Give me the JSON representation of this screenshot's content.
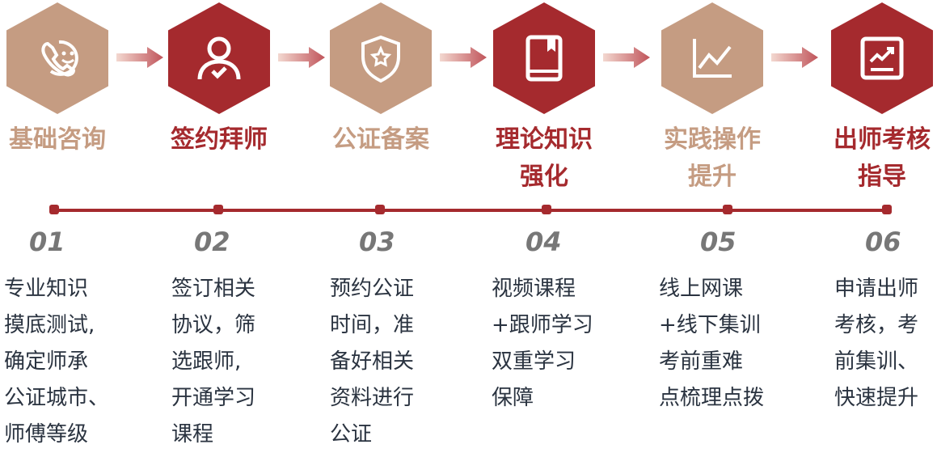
{
  "colors": {
    "tan": "#c59c82",
    "red": "#a52a2e"
  },
  "steps": [
    {
      "icon": "phone-smile-icon",
      "title1": "基础咨询",
      "title2": "",
      "number": "01",
      "desc": [
        "专业知识",
        "摸底测试,",
        "确定师承",
        "公证城市、",
        "师傅等级"
      ]
    },
    {
      "icon": "user-check-icon",
      "title1": "签约拜师",
      "title2": "",
      "number": "02",
      "desc": [
        "签订相关",
        "协议，筛",
        "选跟师,",
        "开通学习",
        "课程"
      ]
    },
    {
      "icon": "shield-star-icon",
      "title1": "公证备案",
      "title2": "",
      "number": "03",
      "desc": [
        "预约公证",
        "时间，准",
        "备好相关",
        "资料进行",
        "公证"
      ]
    },
    {
      "icon": "book-icon",
      "title1": "理论知识",
      "title2": "强化",
      "number": "04",
      "desc": [
        "视频课程",
        "+跟师学习",
        "双重学习",
        "保障"
      ]
    },
    {
      "icon": "line-chart-icon",
      "title1": "实践操作",
      "title2": "提升",
      "number": "05",
      "desc": [
        "线上网课",
        "+线下集训",
        "考前重难",
        "点梳理点拨"
      ]
    },
    {
      "icon": "report-chart-icon",
      "title1": "出师考核",
      "title2": "指导",
      "number": "06",
      "desc": [
        "申请出师",
        "考核，考",
        "前集训、",
        "快速提升"
      ]
    }
  ]
}
